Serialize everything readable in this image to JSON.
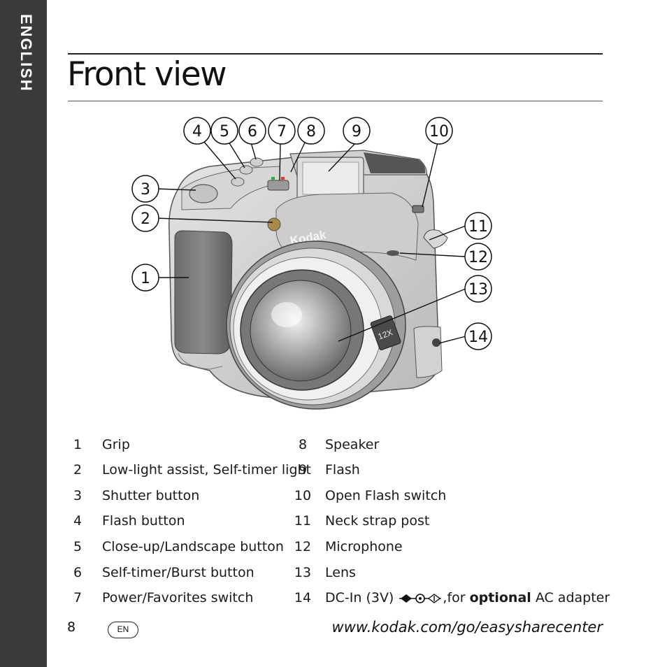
{
  "side_tab": {
    "label": "ENGLISH"
  },
  "title": "Front view",
  "callouts": [
    "1",
    "2",
    "3",
    "4",
    "5",
    "6",
    "7",
    "8",
    "9",
    "10",
    "11",
    "12",
    "13",
    "14"
  ],
  "camera_logo": "Kodak",
  "lens_badge": "12X",
  "legend": {
    "left": [
      {
        "num": "1",
        "text": "Grip"
      },
      {
        "num": "2",
        "text": "Low-light assist, Self-timer light"
      },
      {
        "num": "3",
        "text": "Shutter button"
      },
      {
        "num": "4",
        "text": "Flash button"
      },
      {
        "num": "5",
        "text": "Close-up/Landscape button"
      },
      {
        "num": "6",
        "text": "Self-timer/Burst button"
      },
      {
        "num": "7",
        "text": "Power/Favorites switch"
      }
    ],
    "right": [
      {
        "num": "8",
        "text": "Speaker"
      },
      {
        "num": "9",
        "text": "Flash"
      },
      {
        "num": "10",
        "text": "Open Flash switch"
      },
      {
        "num": "11",
        "text": "Neck strap post"
      },
      {
        "num": "12",
        "text": "Microphone"
      },
      {
        "num": "13",
        "text": "Lens"
      },
      {
        "num": "14",
        "text_prefix": "DC-In (3V)",
        "text_mid": ",for ",
        "text_bold": "optional",
        "text_suffix": " AC adapter"
      }
    ]
  },
  "footer": {
    "page_number": "8",
    "lang_badge": "EN",
    "url": "www.kodak.com/go/easysharecenter"
  }
}
